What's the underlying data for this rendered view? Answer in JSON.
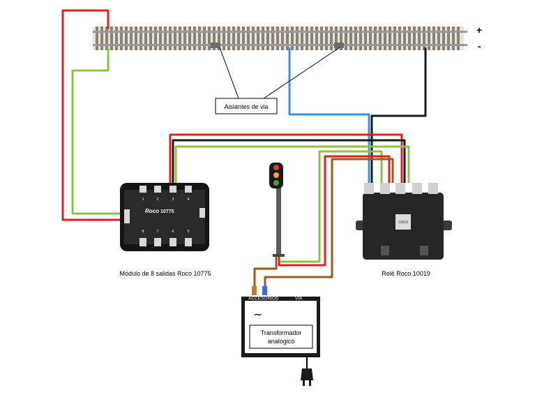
{
  "track": {
    "plus": "+",
    "minus": "-"
  },
  "labels": {
    "insulators": "Aislantes de via",
    "module": "Módulo de 8 salidas Roco 10775",
    "relay": "Relé Roco 10019",
    "transformer_line1": "Transformador",
    "transformer_line2": "analógico",
    "accessories": "ACCESORIOS",
    "track_out": "VIA",
    "ac_symbol": "~"
  },
  "module": {
    "brand": "Roco",
    "model": "10775",
    "outputs_top": [
      "1",
      "2",
      "3",
      "4"
    ],
    "outputs_bottom": [
      "8",
      "7",
      "6",
      "5"
    ]
  },
  "relay": {
    "model": "10019"
  },
  "signal": {
    "lights": [
      "#e53935",
      "#f5a623",
      "#43a047"
    ]
  },
  "wire_colors": {
    "red": "#e02020",
    "green": "#8fc04a",
    "blue": "#3b8fd9",
    "black": "#1a1a1a",
    "brown": "#9b5a1a"
  }
}
